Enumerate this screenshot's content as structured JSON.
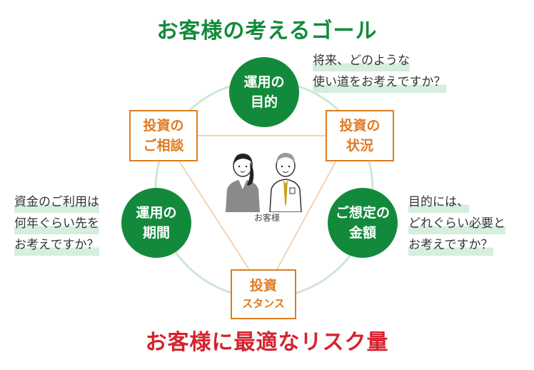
{
  "title_top": "お客様の考えるゴール",
  "title_bottom": "お客様に最適なリスク量",
  "center_label": "お客様",
  "green_circles": {
    "purpose": [
      "運用の",
      "目的"
    ],
    "period": [
      "運用の",
      "期間"
    ],
    "amount": [
      "ご想定の",
      "金額"
    ]
  },
  "orange_boxes": {
    "consult": [
      "投資の",
      "ご相談"
    ],
    "status": [
      "投資の",
      "状況"
    ],
    "stance": [
      "投資",
      "スタンス"
    ]
  },
  "notes": {
    "purpose": [
      "将来、どのような",
      "使い道をお考えですか？"
    ],
    "period": [
      "資金のご利用は",
      "何年ぐらい先を",
      "お考えですか？"
    ],
    "amount": [
      "目的には、",
      "どれぐらい必要と",
      "お考えですか？"
    ]
  },
  "colors": {
    "green": "#138a3b",
    "red": "#d6232d",
    "orange": "#e07b1f",
    "light_green": "#cfe6d6"
  }
}
